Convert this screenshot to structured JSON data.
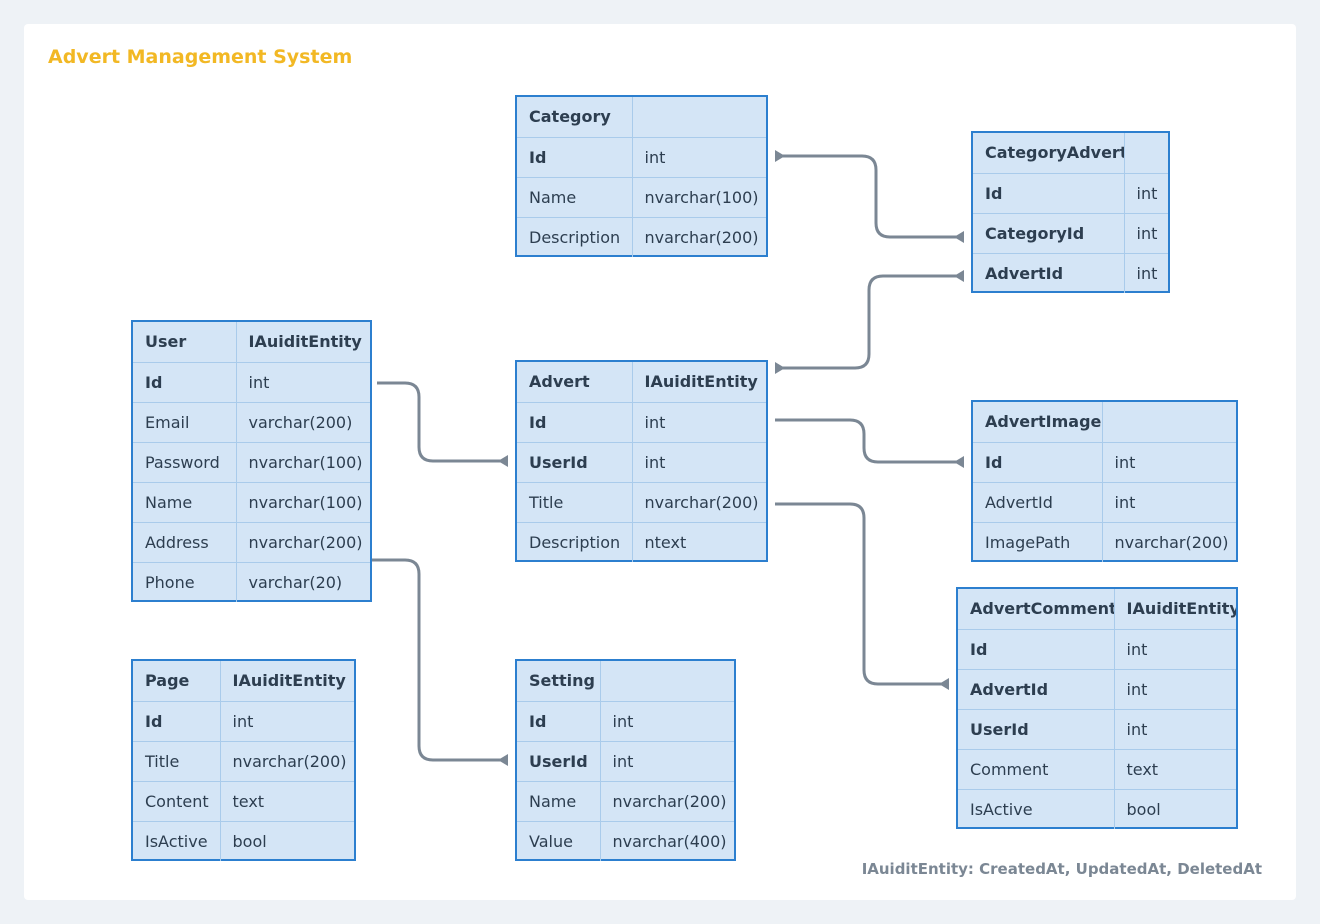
{
  "diagram": {
    "title": "Advert Management System",
    "footnote": "IAuiditEntity: CreatedAt, UpdatedAt, DeletedAt",
    "colors": {
      "title": "#f2b824",
      "table_fill": "#d4e5f6",
      "table_border": "#2c7fcf",
      "connector": "#7b8794"
    }
  },
  "entities": {
    "category": {
      "name": "Category",
      "tag": "",
      "fields": [
        {
          "name": "Id",
          "type": "int",
          "key": true
        },
        {
          "name": "Name",
          "type": "nvarchar(100)",
          "key": false
        },
        {
          "name": "Description",
          "type": "nvarchar(200)",
          "key": false
        }
      ]
    },
    "category_advert": {
      "name": "CategoryAdvert",
      "tag": "",
      "fields": [
        {
          "name": "Id",
          "type": "int",
          "key": true
        },
        {
          "name": "CategoryId",
          "type": "int",
          "key": true
        },
        {
          "name": "AdvertId",
          "type": "int",
          "key": true
        }
      ]
    },
    "user": {
      "name": "User",
      "tag": "IAuiditEntity",
      "fields": [
        {
          "name": "Id",
          "type": "int",
          "key": true
        },
        {
          "name": "Email",
          "type": "varchar(200)",
          "key": false
        },
        {
          "name": "Password",
          "type": "nvarchar(100)",
          "key": false
        },
        {
          "name": "Name",
          "type": "nvarchar(100)",
          "key": false
        },
        {
          "name": "Address",
          "type": "nvarchar(200)",
          "key": false
        },
        {
          "name": "Phone",
          "type": "varchar(20)",
          "key": false
        }
      ]
    },
    "advert": {
      "name": "Advert",
      "tag": "IAuiditEntity",
      "fields": [
        {
          "name": "Id",
          "type": "int",
          "key": true
        },
        {
          "name": "UserId",
          "type": "int",
          "key": true
        },
        {
          "name": "Title",
          "type": "nvarchar(200)",
          "key": false
        },
        {
          "name": "Description",
          "type": "ntext",
          "key": false
        }
      ]
    },
    "advert_image": {
      "name": "AdvertImage",
      "tag": "",
      "fields": [
        {
          "name": "Id",
          "type": "int",
          "key": true
        },
        {
          "name": "AdvertId",
          "type": "int",
          "key": false
        },
        {
          "name": "ImagePath",
          "type": "nvarchar(200)",
          "key": false
        }
      ]
    },
    "advert_comment": {
      "name": "AdvertComment",
      "tag": "IAuiditEntity",
      "fields": [
        {
          "name": "Id",
          "type": "int",
          "key": true
        },
        {
          "name": "AdvertId",
          "type": "int",
          "key": true
        },
        {
          "name": "UserId",
          "type": "int",
          "key": true
        },
        {
          "name": "Comment",
          "type": "text",
          "key": false
        },
        {
          "name": "IsActive",
          "type": "bool",
          "key": false
        }
      ]
    },
    "page": {
      "name": "Page",
      "tag": "IAuiditEntity",
      "fields": [
        {
          "name": "Id",
          "type": "int",
          "key": true
        },
        {
          "name": "Title",
          "type": "nvarchar(200)",
          "key": false
        },
        {
          "name": "Content",
          "type": "text",
          "key": false
        },
        {
          "name": "IsActive",
          "type": "bool",
          "key": false
        }
      ]
    },
    "setting": {
      "name": "Setting",
      "tag": "",
      "fields": [
        {
          "name": "Id",
          "type": "int",
          "key": true
        },
        {
          "name": "UserId",
          "type": "int",
          "key": true
        },
        {
          "name": "Name",
          "type": "nvarchar(200)",
          "key": false
        },
        {
          "name": "Value",
          "type": "nvarchar(400)",
          "key": false
        }
      ]
    }
  }
}
